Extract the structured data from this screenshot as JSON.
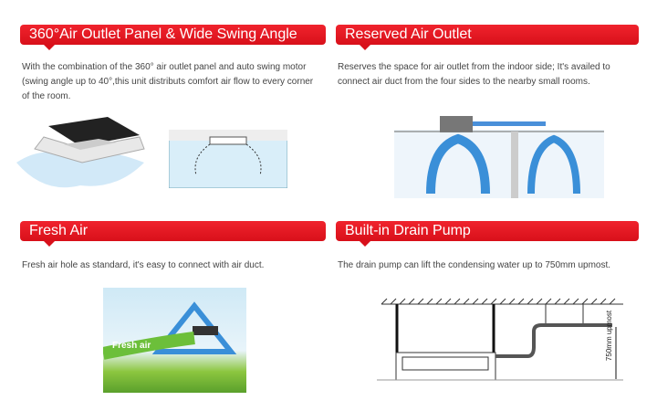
{
  "sections": [
    {
      "title": "360°Air Outlet Panel & Wide Swing Angle",
      "text": "With the combination of the 360° air outlet panel and auto swing motor (swing angle up to 40°,this unit distributs comfort air flow to every corner of the room."
    },
    {
      "title": "Reserved Air Outlet",
      "text": "Reserves the space for air outlet from the indoor side; It's availed to connect air duct from the four sides to the nearby small rooms."
    },
    {
      "title": "Fresh Air",
      "text": "Fresh air hole as standard, it's easy to connect with air duct.",
      "image_label": "Fresh air"
    },
    {
      "title": "Built-in Drain Pump",
      "text": "The drain pump can lift the condensing water up to 750mm upmost.",
      "dimension_label": "750mm upmost"
    }
  ],
  "colors": {
    "accent": "#e3141e",
    "air": "#3a8fd8"
  }
}
